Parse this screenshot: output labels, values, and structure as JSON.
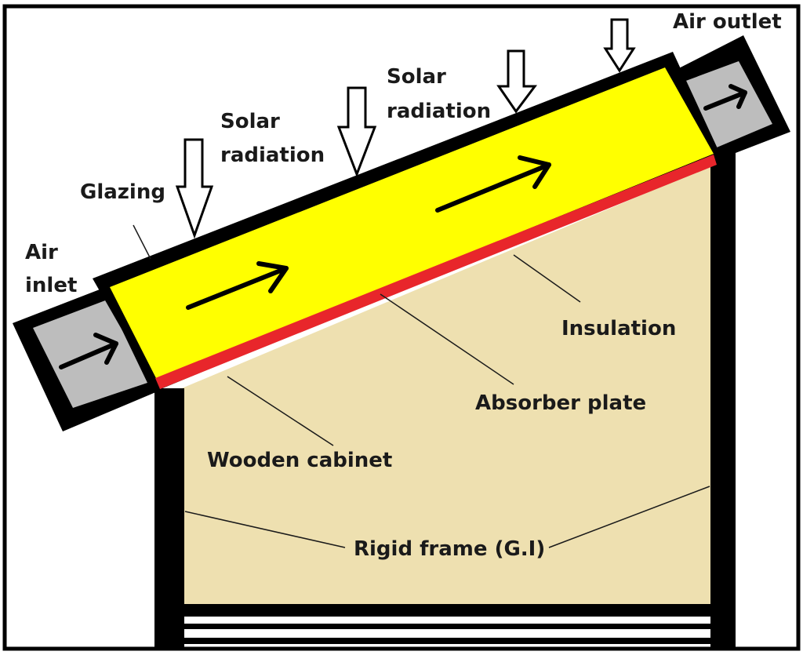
{
  "labels": {
    "air_inlet_1": "Air",
    "air_inlet_2": "inlet",
    "air_outlet": "Air outlet",
    "glazing": "Glazing",
    "solar_radiation_left_1": "Solar",
    "solar_radiation_left_2": "radiation",
    "solar_radiation_right_1": "Solar",
    "solar_radiation_right_2": "radiation",
    "insulation": "Insulation",
    "absorber_plate": "Absorber plate",
    "wooden_cabinet": "Wooden cabinet",
    "rigid_frame": "Rigid frame (G.I)"
  },
  "colors": {
    "frame": "#000000",
    "glazing_channel": "#ffff00",
    "absorber_plate": "#e8262b",
    "cabinet": "#eee0b0",
    "duct": "#bdbdbd",
    "background": "#ffffff"
  }
}
